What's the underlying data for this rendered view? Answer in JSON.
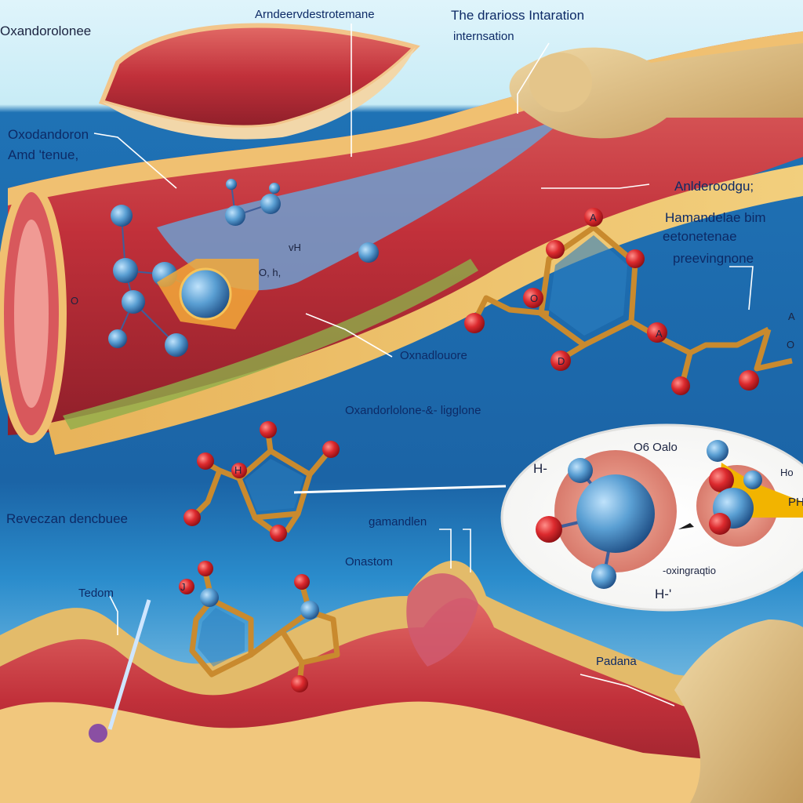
{
  "labels": {
    "top_left_title": "Oxandorolonee",
    "top_center": "Arndeervdestrotemane",
    "top_right_line1": "The drarioss Intaration",
    "top_right_line2": "internsation",
    "left_side_line1": "Oxodandoron",
    "left_side_line2": "Amd 'tenue,",
    "right_anld": "Anlderoodgu;",
    "right_block_line1": "Hamandelae bim",
    "right_block_line2": "eetonetenae",
    "right_block_line3": "preevingnone",
    "center_oxan": "Oxnadlouore",
    "mid_center": "Oxandorlolone-&- ligglone",
    "revexan": "Reveczan dencbuee",
    "gamandlen": "gamandlen",
    "onastom": "Onastom",
    "tedon": "Tedom",
    "padana": "Padana",
    "callout_top": "O6 Oalo",
    "callout_h": "H-",
    "callout_ho": "Ho",
    "callout_ph": "PH",
    "callout_bottom": "-oxingraqtio",
    "callout_h2": "H-'"
  },
  "atom_marks": {
    "vh": "vH",
    "oh": "O, h,",
    "o_left": "O",
    "ring_a1": "A",
    "ring_a2": "A",
    "ring_a3": "A",
    "ring_o1": "O",
    "ring_o2": "O",
    "ring_d1": "D",
    "ring_h": "H",
    "ring_j": "J"
  },
  "colors": {
    "sky_top": "#cfeef7",
    "blue_band": "#1e6eb0",
    "muscle": "#c9383d",
    "tendon": "#e6b85e",
    "bone": "#d9b77c",
    "oxygen": "#d6242b",
    "blue_atom": "#4f93c8",
    "bond": "#c98a2e"
  }
}
